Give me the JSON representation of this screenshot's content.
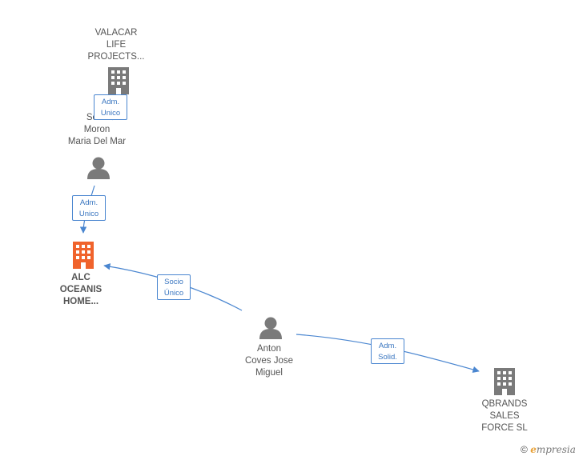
{
  "colors": {
    "company": "#7a7a7a",
    "focus_company": "#f0632c",
    "person": "#7a7a7a",
    "edge": "#4a86d0"
  },
  "nodes": {
    "valacar": {
      "lines": [
        "VALACAR",
        "LIFE",
        "PROJECTS..."
      ],
      "icon": "building-icon"
    },
    "sosa": {
      "lines": [
        "Sosa",
        "Moron",
        "Maria Del Mar"
      ],
      "icon": "person-icon"
    },
    "alc": {
      "lines": [
        "ALC",
        "OCEANIS",
        "HOME..."
      ],
      "icon": "building-icon"
    },
    "anton": {
      "lines": [
        "Anton",
        "Coves Jose",
        "Miguel"
      ],
      "icon": "person-icon"
    },
    "qbrands": {
      "lines": [
        "QBRANDS",
        "SALES",
        "FORCE SL"
      ],
      "icon": "building-icon"
    }
  },
  "edges": {
    "sosa_valacar": {
      "lines": [
        "Adm.",
        "Unico"
      ]
    },
    "sosa_alc": {
      "lines": [
        "Adm.",
        "Unico"
      ]
    },
    "anton_alc": {
      "lines": [
        "Socio",
        "Único"
      ]
    },
    "anton_qbrands": {
      "lines": [
        "Adm.",
        "Solid."
      ]
    }
  },
  "footer": {
    "copyright": "©",
    "brand_initial": "e",
    "brand_rest": "mpresia"
  }
}
